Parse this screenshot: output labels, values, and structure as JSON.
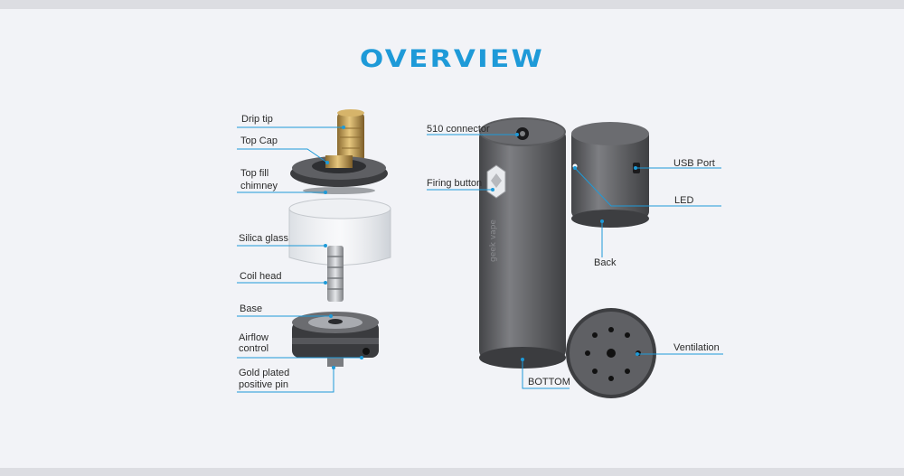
{
  "title": "OVERVIEW",
  "colors": {
    "accent": "#1e9ad8",
    "leader": "#1e9ad8",
    "body": "#5a5b5e",
    "gold": "#c9a45a"
  },
  "labels": {
    "drip_tip": "Drip tip",
    "top_cap": "Top Cap",
    "top_fill_1": "Top fill",
    "top_fill_2": "chimney",
    "silica_glass": "Silica glass",
    "coil_head": "Coil head",
    "base": "Base",
    "airflow_1": "Airflow",
    "airflow_2": "control",
    "gold_pin_1": "Gold plated",
    "gold_pin_2": "positive pin",
    "connector_510": "510 connector",
    "firing_button": "Firing button",
    "usb_port": "USB Port",
    "led": "LED",
    "back": "Back",
    "ventilation": "Ventilation",
    "bottom": "BOTTOM"
  }
}
